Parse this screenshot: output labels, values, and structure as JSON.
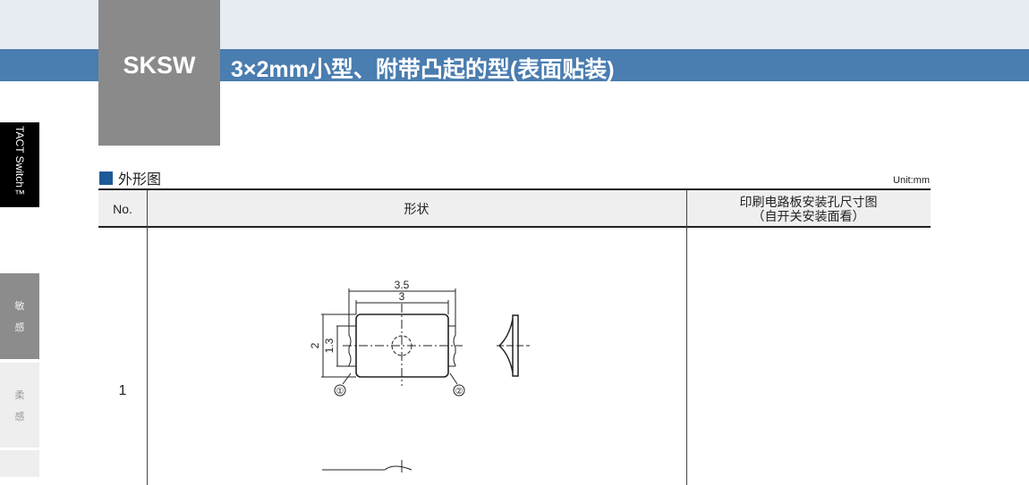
{
  "header": {
    "code": "SKSW",
    "title": "3×2mm小型、附带凸起的型(表面贴装)"
  },
  "side_tabs": [
    {
      "label": "TACT Switch™"
    },
    {
      "label_1": "敏",
      "label_2": "感"
    },
    {
      "label_1": "柔",
      "label_2": "感"
    }
  ],
  "section": {
    "title": "外形图",
    "unit": "Unit:mm"
  },
  "table": {
    "headers": {
      "no": "No.",
      "shape": "形状",
      "pcb_line1": "印刷电路板安装孔尺寸图",
      "pcb_line2": "（自开关安装面看）"
    },
    "rows": [
      {
        "no": "1"
      }
    ]
  },
  "drawing": {
    "dim_width_outer": "3.5",
    "dim_width_inner": "3",
    "dim_height": "2",
    "dim_terminal": "1.3",
    "terminal_1": "①",
    "terminal_2": "②"
  },
  "colors": {
    "blue_band": "#4a7db0",
    "gray_box": "#8a8a8a",
    "section_square": "#1d5a9a"
  }
}
